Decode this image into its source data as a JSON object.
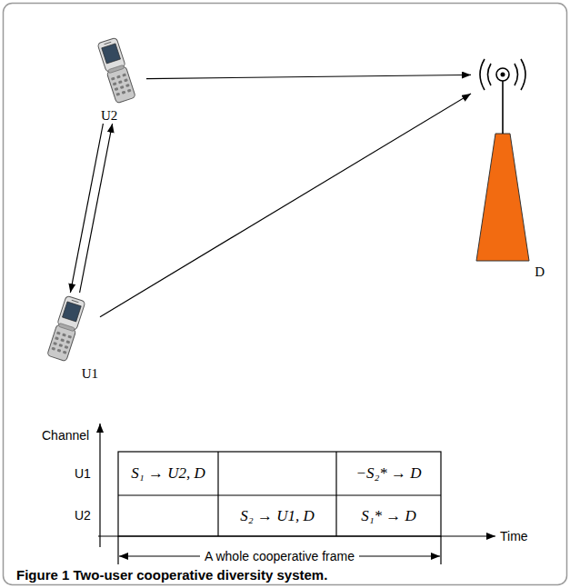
{
  "diagram": {
    "caption": "Figure 1 Two-user cooperative diversity system.",
    "nodes": [
      {
        "text": [
          "U2"
        ]
      },
      {
        "text": [
          "U1"
        ]
      },
      {
        "text": [
          "D"
        ]
      },
      {
        "text": [
          "S₁ → U2, D"
        ]
      },
      {
        "text": [
          "S₂ → U1, D"
        ]
      },
      {
        "text": [
          "−S₂* → D"
        ]
      },
      {
        "text": [
          "S₁* → D"
        ]
      }
    ],
    "edges": [
      {
        "from": 0,
        "to": 2,
        "arrow": "to"
      },
      {
        "from": 1,
        "to": 2,
        "arrow": "to"
      },
      {
        "from": 1,
        "to": 0,
        "arrow": "to"
      },
      {
        "from": 0,
        "to": 1,
        "arrow": "to"
      }
    ],
    "labels": [
      "Channel",
      "U1",
      "U2",
      "Time",
      "A whole cooperative frame"
    ]
  }
}
